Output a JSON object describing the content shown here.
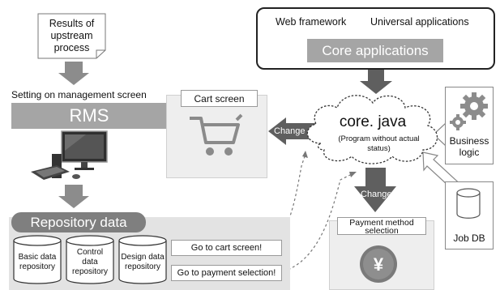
{
  "upstream": {
    "text": "Results of\nupstream\nprocess"
  },
  "management": {
    "label": "Setting on management screen",
    "rms": "RMS"
  },
  "core_apps": {
    "web_framework": "Web framework",
    "universal_apps": "Universal applications",
    "bar": "Core applications"
  },
  "cart": {
    "title": "Cart screen"
  },
  "core_java": {
    "title": "core. java",
    "subtitle": "(Program without actual status)"
  },
  "arrows": {
    "change_left": "Change",
    "change_down": "Change"
  },
  "business_logic": {
    "label": "Business logic"
  },
  "job_db": {
    "label": "Job DB"
  },
  "payment": {
    "title": "Payment method\nselection",
    "symbol": "¥"
  },
  "repository": {
    "title": "Repository data",
    "items": [
      {
        "label": "Basic data\nrepository"
      },
      {
        "label": "Control\ndata\nrepository"
      },
      {
        "label": "Design data\nrepository"
      }
    ],
    "buttons": {
      "go_cart": "Go to cart screen!",
      "go_payment": "Go to payment selection!"
    }
  },
  "colors": {
    "bar_gray": "#a5a5a5",
    "arrow_gray": "#8c8c8c",
    "dark_arrow": "#5f5f5f",
    "panel_gray": "#eeeeee"
  }
}
